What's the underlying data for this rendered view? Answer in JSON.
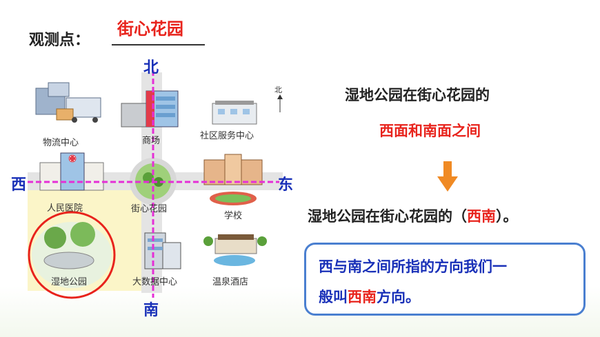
{
  "header": {
    "observation_label": "观测点：",
    "observation_value": "街心花园"
  },
  "map": {
    "directions": {
      "north": "北",
      "south": "南",
      "west": "西",
      "east": "东"
    },
    "compass_north": "北",
    "places": {
      "logistics": "物流中心",
      "mall": "商场",
      "community": "社区服务中心",
      "hospital": "人民医院",
      "garden": "街心花园",
      "school": "学校",
      "wetland": "湿地公园",
      "datacenter": "大数据中心",
      "hotel": "温泉酒店"
    },
    "colors": {
      "axis": "#e52fd6",
      "direction_text": "#1930b8",
      "highlight_circle": "#e8231c",
      "highlight_area": "#fbf5c8"
    }
  },
  "right": {
    "statement1": "湿地公园在街心花园的",
    "statement1_answer": "西面和南面之间",
    "statement2_prefix": "湿地公园在街心花园的（",
    "statement2_answer": "西南",
    "statement2_suffix": "）。",
    "note_line1": "西与南之间所指的方向我们一",
    "note_line2_prefix": "般叫",
    "note_line2_red": "西南",
    "note_line2_suffix": "方向。",
    "arrow_color": "#f08a24"
  }
}
